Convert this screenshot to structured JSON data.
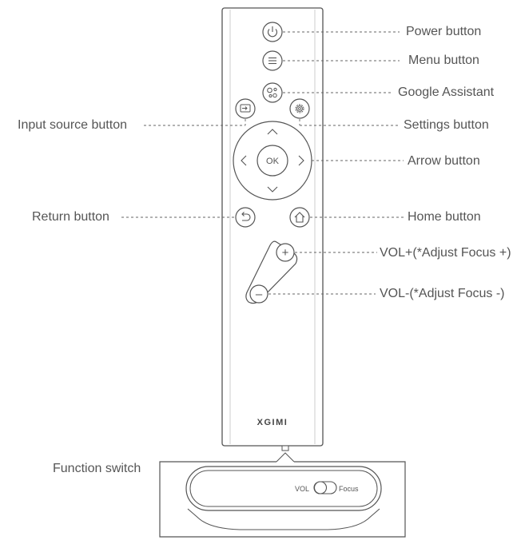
{
  "labels": {
    "power": "Power button",
    "menu": "Menu button",
    "google_assistant": "Google Assistant",
    "input_source": "Input source button",
    "settings": "Settings button",
    "arrow": "Arrow button",
    "return": "Return button",
    "home": "Home button",
    "vol_plus": "VOL+(*Adjust Focus +)",
    "vol_minus": "VOL-(*Adjust Focus -)",
    "function_switch": "Function switch"
  },
  "remote": {
    "brand": "XGIMI",
    "ok_label": "OK",
    "plus_symbol": "+",
    "minus_symbol": "–"
  },
  "switch": {
    "left_label": "VOL",
    "right_label": "Focus"
  },
  "colors": {
    "line": "#5a5a5a",
    "text": "#555555",
    "background": "#ffffff"
  }
}
